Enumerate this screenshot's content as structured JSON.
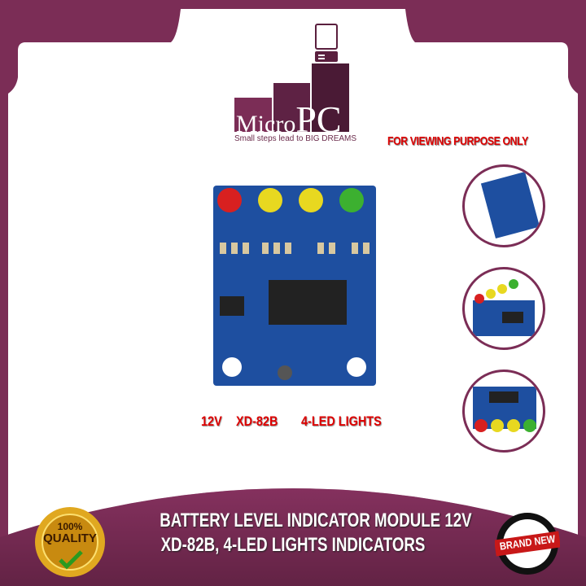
{
  "brand": {
    "name_part1": "Micro",
    "name_part2": "PC",
    "tagline": "Small steps lead to BIG DREAMS"
  },
  "notice": "FOR VIEWING PURPOSE ONLY",
  "specs": [
    "12V",
    "XD-82B",
    "4-LED LIGHTS"
  ],
  "title": {
    "line1": "BATTERY LEVEL INDICATOR MODULE 12V",
    "line2": "XD-82B, 4-LED LIGHTS INDICATORS"
  },
  "badges": {
    "quality_pct": "100%",
    "quality": "QUALITY",
    "brand_new": "BRAND NEW"
  },
  "colors": {
    "brand": "#7b2d56",
    "accent": "#dd0000",
    "pcb": "#1e4fa0"
  }
}
